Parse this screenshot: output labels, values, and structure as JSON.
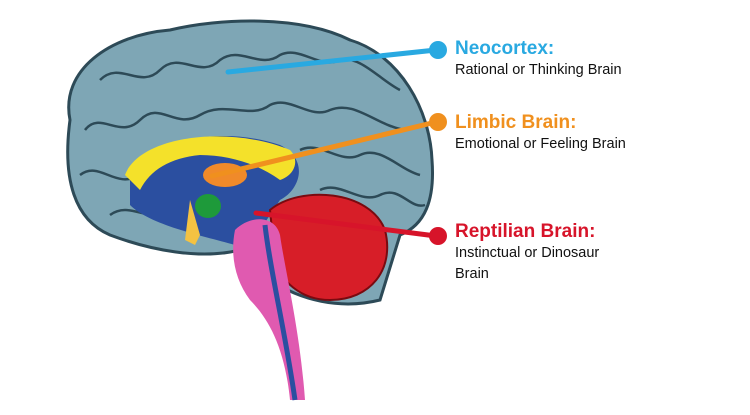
{
  "labels": [
    {
      "title": "Neocortex:",
      "desc": "Rational or Thinking Brain",
      "color": "#29a9e1"
    },
    {
      "title": "Limbic Brain:",
      "desc": "Emotional or Feeling Brain",
      "color": "#f0901e"
    },
    {
      "title": "Reptilian Brain:",
      "desc": "Instinctual or Dinosaur Brain",
      "color": "#d7142a"
    }
  ]
}
